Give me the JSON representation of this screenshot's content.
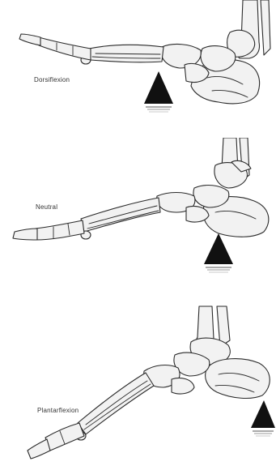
{
  "figure": {
    "panels": [
      {
        "id": "dorsiflexion",
        "label": "Dorsiflexion"
      },
      {
        "id": "neutral",
        "label": "Neutral"
      },
      {
        "id": "plantarflexion",
        "label": "Plantarflexion"
      }
    ],
    "colors": {
      "bone_fill": "#f2f2f2",
      "bone_outline": "#2a2a2a",
      "wedge": "#111111",
      "background": "#ffffff"
    }
  }
}
